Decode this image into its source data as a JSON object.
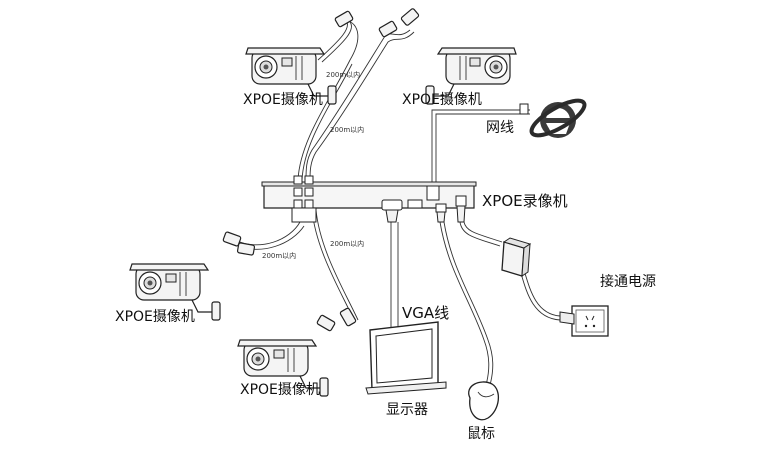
{
  "labels": {
    "cam_top_left": "XPOE摄像机",
    "cam_top_right": "XPOE摄像机",
    "cam_mid_left": "XPOE摄像机",
    "cam_bottom": "XPOE摄像机",
    "nvr": "XPOE录像机",
    "network": "网线",
    "vga": "VGA线",
    "monitor": "显示器",
    "mouse": "鼠标",
    "power": "接通电源"
  },
  "distance_labels": {
    "top_left": "200m以内",
    "top_right": "200m以内",
    "mid_left": "200m以内",
    "bottom": "200m以内"
  },
  "icons": [
    "camera-icon",
    "nvr-icon",
    "ie-browser-icon",
    "monitor-icon",
    "mouse-icon",
    "power-adapter-icon",
    "wall-socket-icon"
  ]
}
